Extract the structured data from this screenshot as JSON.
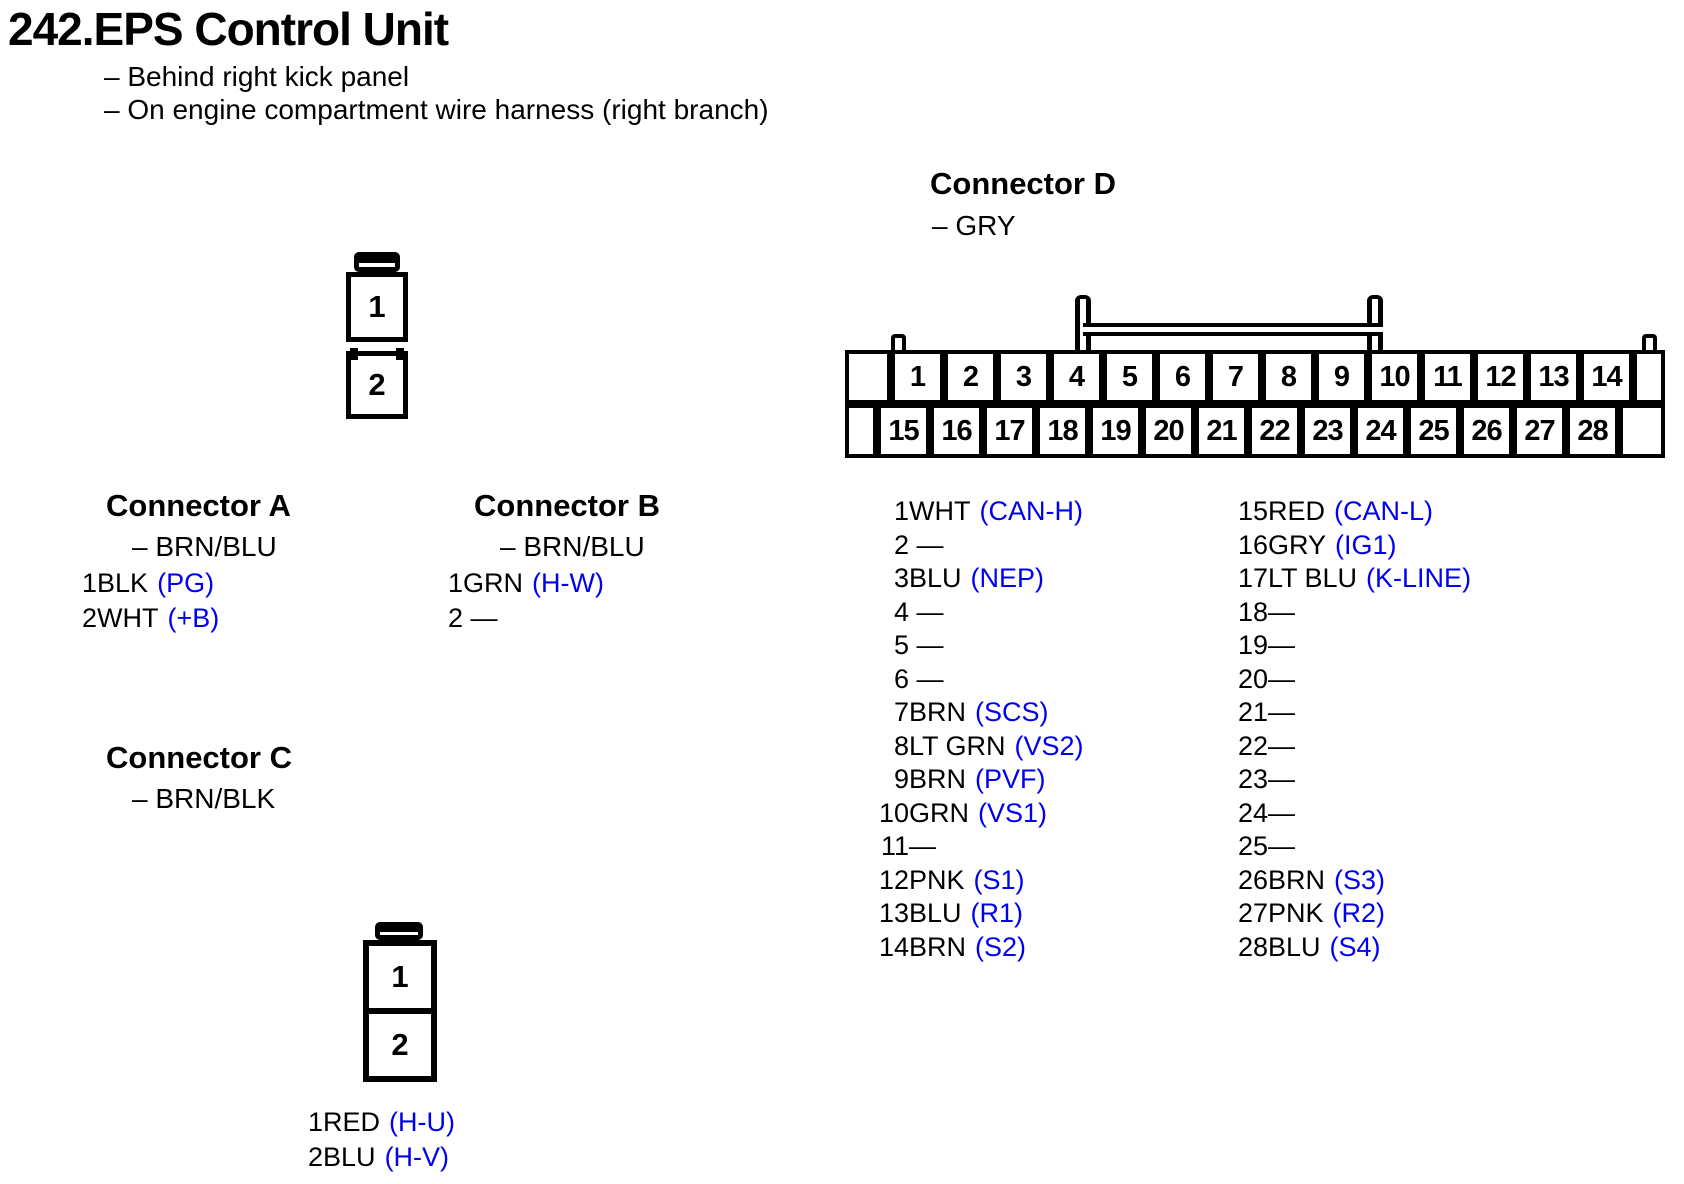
{
  "title": "242.EPS Control Unit",
  "notes": {
    "line1": "– Behind right kick panel",
    "line2": "– On engine compartment wire harness (right branch)"
  },
  "colors": {
    "signal_blue": "#0000EE",
    "line_black": "#000000"
  },
  "connector_a": {
    "heading": "Connector A",
    "color_note": "– BRN/BLU",
    "pins": [
      {
        "num": "1",
        "wire": "BLK",
        "signal": "(PG)"
      },
      {
        "num": "2",
        "wire": "WHT",
        "signal": "(+B)"
      }
    ]
  },
  "connector_b": {
    "heading": "Connector B",
    "color_note": "– BRN/BLU",
    "pins": [
      {
        "num": "1",
        "wire": "GRN",
        "signal": "(H-W)"
      },
      {
        "num": "2",
        "wire": " —",
        "signal": ""
      }
    ]
  },
  "connector_c": {
    "heading": "Connector C",
    "color_note": "– BRN/BLK",
    "pins": [
      {
        "num": "1",
        "wire": "RED",
        "signal": "(H-U)"
      },
      {
        "num": "2",
        "wire": "BLU",
        "signal": "(H-V)"
      }
    ]
  },
  "connector_d": {
    "heading": "Connector D",
    "color_note": "– GRY",
    "top_row_pins": [
      "1",
      "2",
      "3",
      "4",
      "5",
      "6",
      "7",
      "8",
      "9",
      "10",
      "11",
      "12",
      "13",
      "14"
    ],
    "bottom_row_pins": [
      "15",
      "16",
      "17",
      "18",
      "19",
      "20",
      "21",
      "22",
      "23",
      "24",
      "25",
      "26",
      "27",
      "28"
    ],
    "pins_left": [
      {
        "num": "1",
        "wire": "WHT",
        "signal": "(CAN-H)"
      },
      {
        "num": "2",
        "wire": " —",
        "signal": ""
      },
      {
        "num": "3",
        "wire": "BLU",
        "signal": "(NEP)"
      },
      {
        "num": "4",
        "wire": " —",
        "signal": ""
      },
      {
        "num": "5",
        "wire": " —",
        "signal": ""
      },
      {
        "num": "6",
        "wire": " —",
        "signal": ""
      },
      {
        "num": "7",
        "wire": "BRN",
        "signal": "(SCS)"
      },
      {
        "num": "8",
        "wire": "LT GRN",
        "signal": "(VS2)"
      },
      {
        "num": "9",
        "wire": "BRN",
        "signal": "(PVF)"
      },
      {
        "num": "10",
        "wire": "GRN",
        "signal": "(VS1)"
      },
      {
        "num": "11",
        "wire": "—",
        "signal": ""
      },
      {
        "num": "12",
        "wire": "PNK",
        "signal": "(S1)"
      },
      {
        "num": "13",
        "wire": "BLU",
        "signal": "(R1)"
      },
      {
        "num": "14",
        "wire": "BRN",
        "signal": "(S2)"
      }
    ],
    "pins_right": [
      {
        "num": "15",
        "wire": "RED",
        "signal": "(CAN-L)"
      },
      {
        "num": "16",
        "wire": "GRY",
        "signal": "(IG1)"
      },
      {
        "num": "17",
        "wire": "LT BLU",
        "signal": "(K-LINE)"
      },
      {
        "num": "18",
        "wire": "—",
        "signal": ""
      },
      {
        "num": "19",
        "wire": "—",
        "signal": ""
      },
      {
        "num": "20",
        "wire": "—",
        "signal": ""
      },
      {
        "num": "21",
        "wire": "—",
        "signal": ""
      },
      {
        "num": "22",
        "wire": "—",
        "signal": ""
      },
      {
        "num": "23",
        "wire": "—",
        "signal": ""
      },
      {
        "num": "24",
        "wire": "—",
        "signal": ""
      },
      {
        "num": "25",
        "wire": "—",
        "signal": ""
      },
      {
        "num": "26",
        "wire": "BRN",
        "signal": "(S3)"
      },
      {
        "num": "27",
        "wire": "PNK",
        "signal": "(R2)"
      },
      {
        "num": "28",
        "wire": "BLU",
        "signal": "(S4)"
      }
    ]
  },
  "diagram_ab": {
    "cells": [
      "1",
      "2"
    ]
  },
  "diagram_c": {
    "cells": [
      "1",
      "2"
    ]
  }
}
